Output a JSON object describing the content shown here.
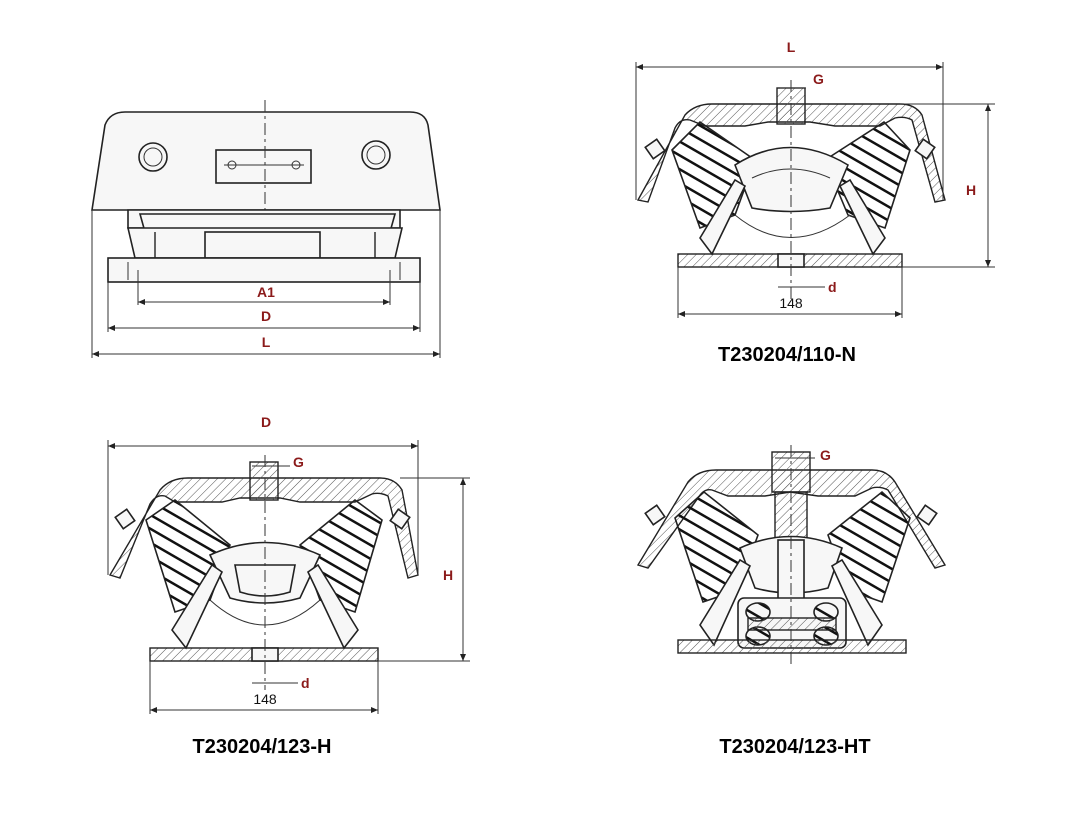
{
  "figures": [
    {
      "id": "top-left",
      "caption": "",
      "labels": {
        "a1": "A1",
        "d": "D",
        "l": "L"
      }
    },
    {
      "id": "top-right",
      "caption": "T230204/110-N",
      "labels": {
        "l": "L",
        "g": "G",
        "h": "H",
        "d_small": "d",
        "base": "148"
      }
    },
    {
      "id": "bottom-left",
      "caption": "T230204/123-H",
      "labels": {
        "d": "D",
        "g": "G",
        "h": "H",
        "d_small": "d",
        "base": "148"
      }
    },
    {
      "id": "bottom-right",
      "caption": "T230204/123-HT",
      "labels": {
        "g": "G"
      }
    }
  ],
  "colors": {
    "dimension_label": "#8b1a1a",
    "line": "#222222"
  }
}
